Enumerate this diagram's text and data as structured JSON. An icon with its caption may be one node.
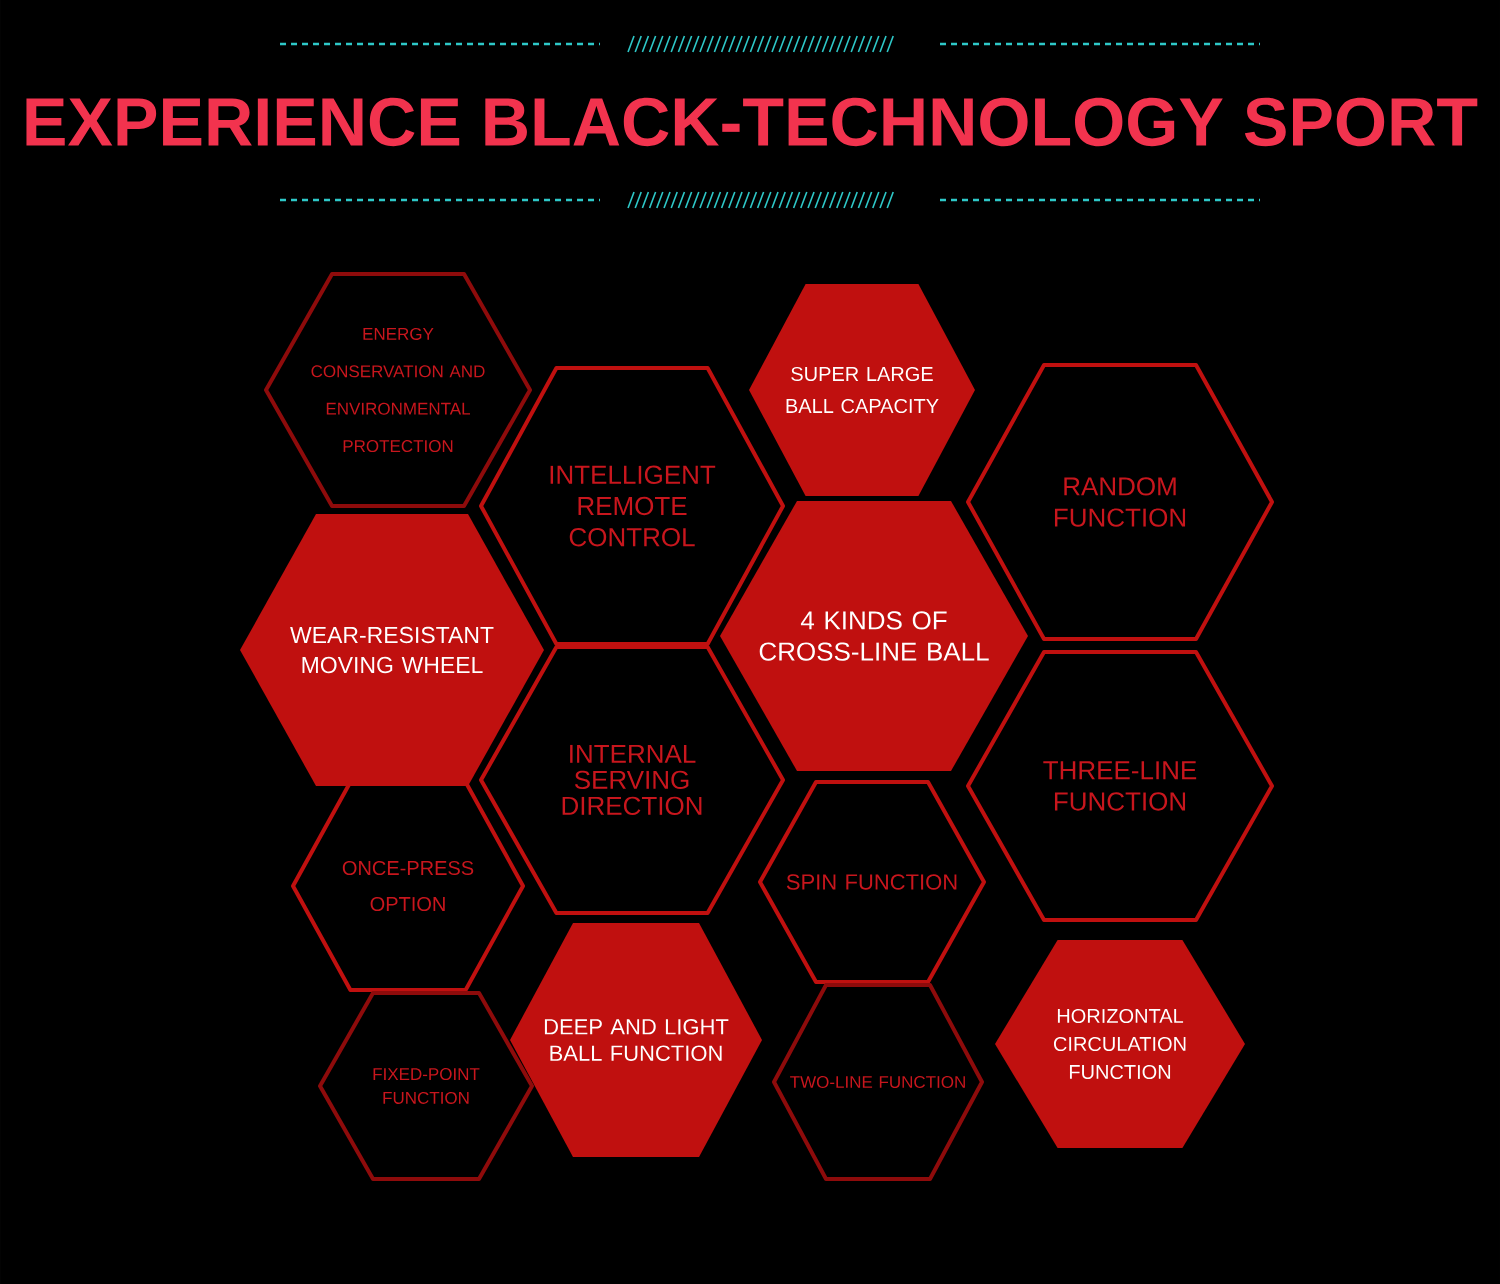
{
  "diagram": {
    "title": "EXPERIENCE BLACK-TECHNOLOGY SPORT",
    "nodes": [
      {
        "text": [
          "ENERGY CONSERVATION AND ENVIRONMENTAL PROTECTION"
        ]
      },
      {
        "text": [
          "SUPER LARGE BALL CAPACITY"
        ]
      },
      {
        "text": [
          "INTELLIGENT REMOTE CONTROL"
        ]
      },
      {
        "text": [
          "RANDOM FUNCTION"
        ]
      },
      {
        "text": [
          "WEAR-RESISTANT MOVING WHEEL"
        ]
      },
      {
        "text": [
          "4 KINDS OF CROSS-LINE BALL"
        ]
      },
      {
        "text": [
          "INTERNAL SERVING DIRECTION"
        ]
      },
      {
        "text": [
          "THREE-LINE FUNCTION"
        ]
      },
      {
        "text": [
          "ONCE-PRESS OPTION"
        ]
      },
      {
        "text": [
          "SPIN FUNCTION"
        ]
      },
      {
        "text": [
          "DEEP AND LIGHT BALL FUNCTION"
        ]
      },
      {
        "text": [
          "HORIZONTAL CIRCULATION FUNCTION"
        ]
      },
      {
        "text": [
          "FIXED-POINT FUNCTION"
        ]
      },
      {
        "text": [
          "TWO-LINE FUNCTION"
        ]
      }
    ]
  }
}
